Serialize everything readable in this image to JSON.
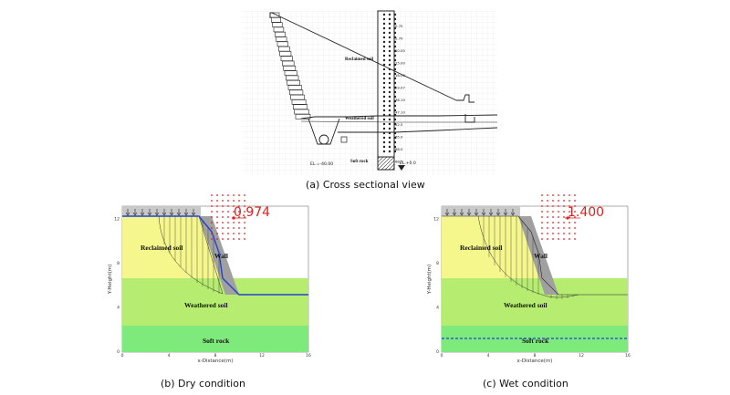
{
  "figure_a": {
    "caption": "(a) Cross sectional view",
    "labels": {
      "reclaimed": "Reclaimed soil",
      "weathered": "Weathered soil",
      "soft_rock": "Soft rock",
      "bottom_elev": "EL.+0.0",
      "ditch_elev": "EL.=-40.00"
    },
    "depth_marks": [
      "0.70",
      "2.70",
      "10.00",
      "15.00",
      "18.00",
      "29.07",
      "36.10",
      "47.10",
      "52.5",
      "65.0",
      "68.0",
      "68.5"
    ]
  },
  "figure_b": {
    "caption": "(b) Dry condition",
    "factor_of_safety": "0.974",
    "layers": {
      "reclaimed": "Reclaimed soil",
      "wall": "Wall",
      "weathered": "Weathered soil",
      "soft_rock": "Soft rock"
    },
    "xlabel": "x-Distance(m)",
    "ylabel": "Y-Height(m)",
    "xticks": [
      "0",
      "4",
      "8",
      "12",
      "16"
    ],
    "yticks": [
      "0",
      "4",
      "8",
      "12"
    ]
  },
  "figure_c": {
    "caption": "(c) Wet condition",
    "factor_of_safety": "1.400",
    "layers": {
      "reclaimed": "Reclaimed soil",
      "wall": "Wall",
      "weathered": "Weathered soil",
      "soft_rock": "Soft rock"
    },
    "xlabel": "x-Distance(m)",
    "ylabel": "Y-Height(m)",
    "xticks": [
      "0",
      "4",
      "8",
      "12",
      "16"
    ],
    "yticks": [
      "0",
      "4",
      "8",
      "12"
    ]
  },
  "colors": {
    "reclaimed": "#f5f78c",
    "weathered": "#b6ec6f",
    "soft_rock": "#7fea7c",
    "wall": "#a0a0a0",
    "load": "#c8c8c8",
    "water": "#2244cc",
    "fos": "#e02020"
  }
}
